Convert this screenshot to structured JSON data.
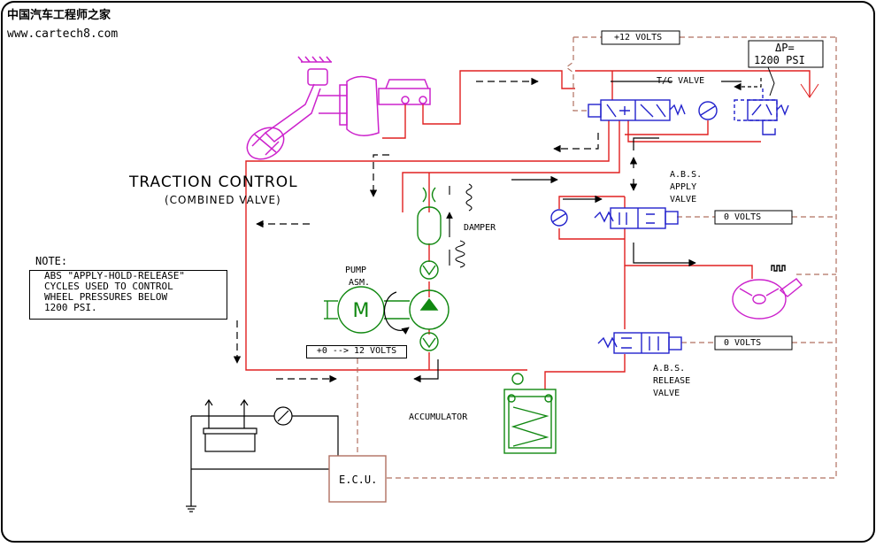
{
  "watermark": {
    "chinese": "中国汽车工程师之家",
    "url": "www.cartech8.com"
  },
  "title": {
    "main": "TRACTION CONTROL",
    "sub": "(COMBINED VALVE)"
  },
  "note": {
    "heading": "NOTE:",
    "lines": [
      "ABS \"APPLY-HOLD-RELEASE\"",
      "CYCLES USED TO CONTROL",
      "WHEEL PRESSURES BELOW",
      "1200 PSI."
    ]
  },
  "labels": {
    "plus12": "+12 VOLTS",
    "delta_p_line1": "ΔP=",
    "delta_p_line2": "1200 PSI",
    "tc_valve": "T/C VALVE",
    "abs_apply_1": "A.B.S.",
    "abs_apply_2": "APPLY",
    "abs_apply_3": "VALVE",
    "apply_volts": "0 VOLTS",
    "release_volts": "0 VOLTS",
    "abs_release_1": "A.B.S.",
    "abs_release_2": "RELEASE",
    "abs_release_3": "VALVE",
    "damper": "DAMPER",
    "pump_1": "PUMP",
    "pump_2": "ASM.",
    "motor": "M",
    "motor_volts": "+0 --> 12 VOLTS",
    "accumulator": "ACCUMULATOR",
    "ecu": "E.C.U."
  },
  "colors": {
    "hydraulic": "#e02020",
    "wiring": "#b07060",
    "pedal": "#cc22cc",
    "valve": "#2222cc",
    "pump": "#118811",
    "arrow": "#000000"
  }
}
